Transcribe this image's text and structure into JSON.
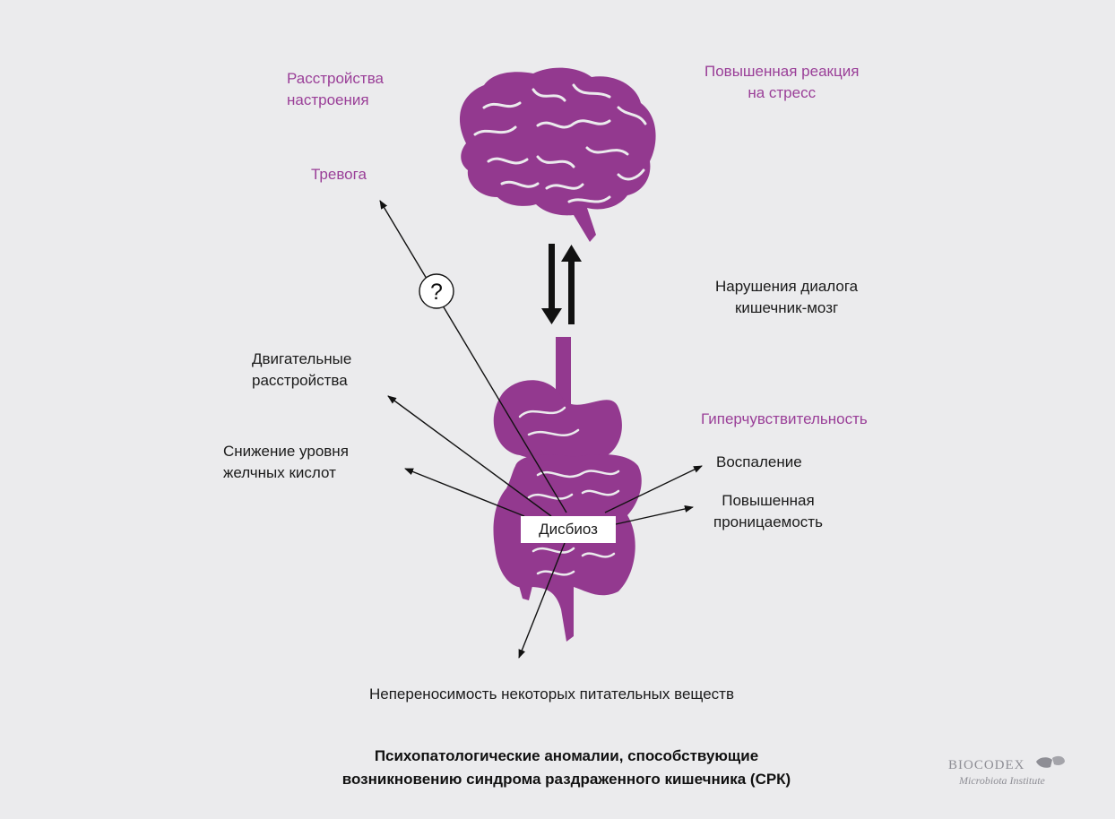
{
  "labels": {
    "mood_disorders": [
      "Расстройства",
      "настроения"
    ],
    "stress_response": [
      "Повышенная реакция",
      "на стресс"
    ],
    "anxiety": "Тревога",
    "gut_brain_dialogue": [
      "Нарушения диалога",
      "кишечник-мозг"
    ],
    "motility_disorders": [
      "Двигательные",
      "расстройства"
    ],
    "hypersensitivity": "Гиперчувствительность",
    "bile_acids": [
      "Снижение уровня",
      "желчных кислот"
    ],
    "inflammation": "Воспаление",
    "permeability": [
      "Повышенная",
      "проницаемость"
    ],
    "dysbiosis": "Дисбиоз",
    "food_intolerance": "Непереносимость некоторых питательных веществ",
    "question_mark": "?"
  },
  "caption": [
    "Психопатологические аномалии, способствующие",
    "возникновению синдрома раздраженного кишечника (СРК)"
  ],
  "logo": {
    "name": "BIOCODEX",
    "subtitle": "Microbiota Institute"
  },
  "colors": {
    "background": "#ebebed",
    "accent_purple": "#93398f",
    "purple_text": "#9a3f98",
    "arrow": "#111111",
    "text": "#1b1b1b"
  },
  "icons": [
    "brain-icon",
    "digestive-tract-icon",
    "bidirectional-arrows-icon",
    "question-circle-icon",
    "biocodex-logo-mark-icon"
  ]
}
